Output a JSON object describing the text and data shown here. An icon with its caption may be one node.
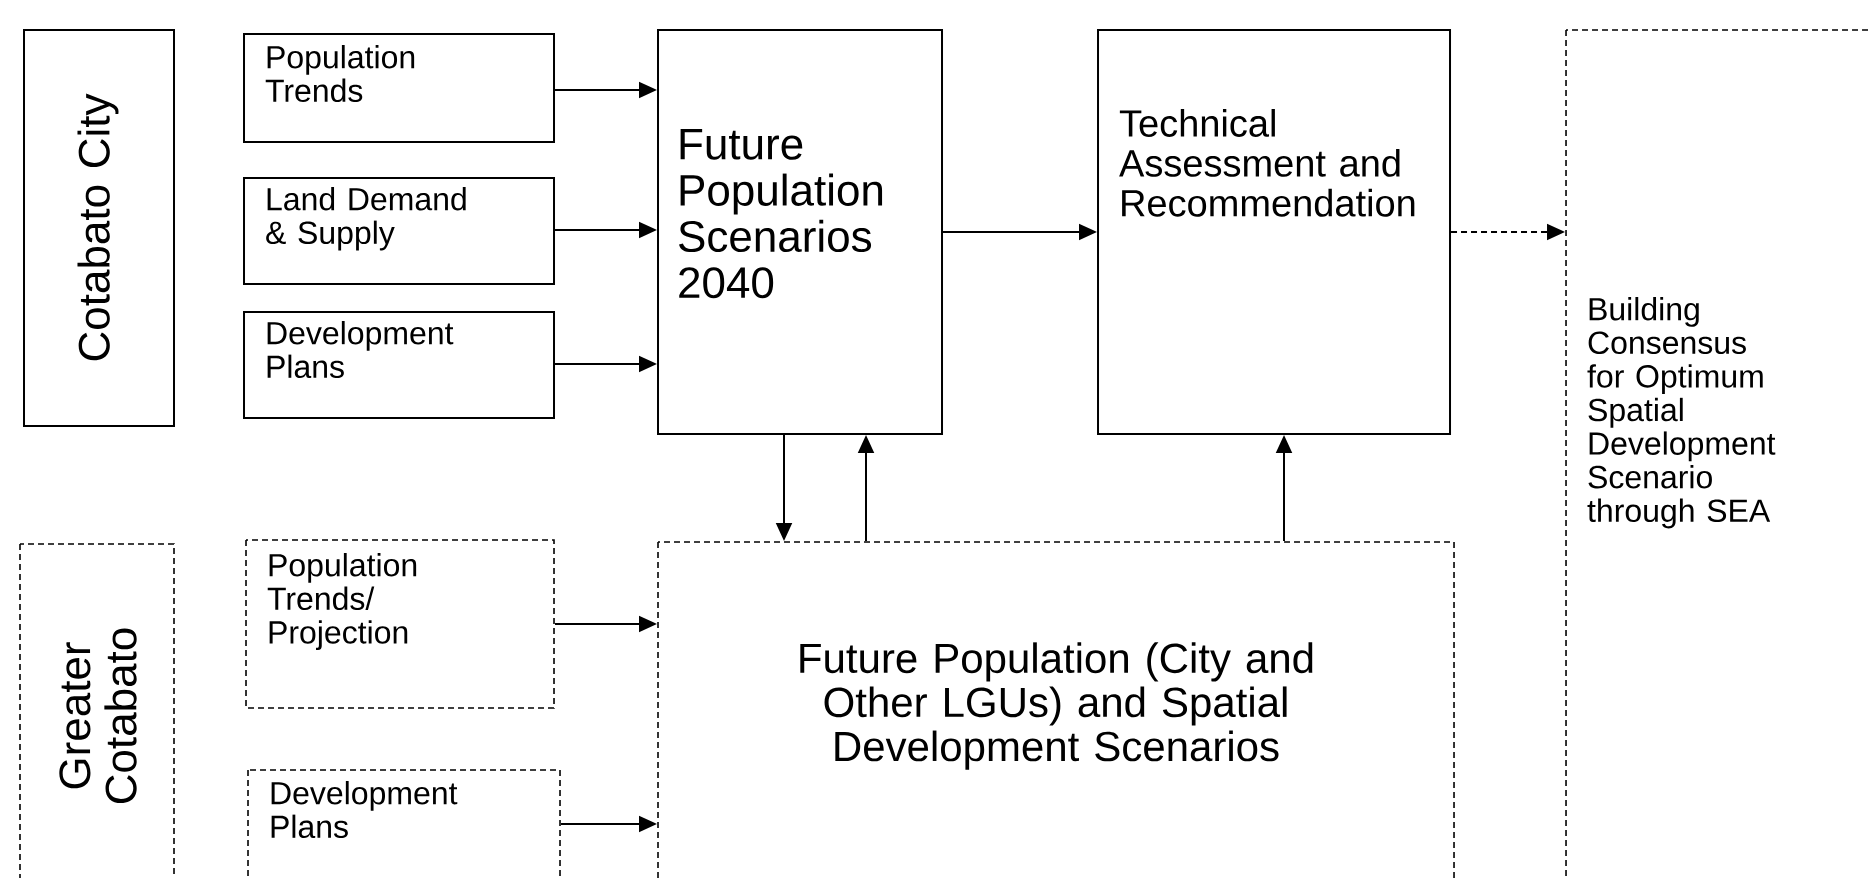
{
  "diagram": {
    "nodes": [
      {
        "text": [
          "Cotabato City"
        ]
      },
      {
        "text": [
          "Population Trends"
        ]
      },
      {
        "text": [
          "Land Demand & Supply"
        ]
      },
      {
        "text": [
          "Development Plans"
        ]
      },
      {
        "text": [
          "Future Population Scenarios 2040"
        ]
      },
      {
        "text": [
          "Technical Assessment and Recommendation"
        ]
      },
      {
        "text": [
          "Building Consensus for Optimum Spatial Development Scenario through SEA"
        ]
      },
      {
        "text": [
          "Greater Cotabato"
        ]
      },
      {
        "text": [
          "Population Trends/ Projection"
        ]
      },
      {
        "text": [
          "Development Plans"
        ]
      },
      {
        "text": [
          "Future Population (City and Other LGUs) and Spatial Development Scenarios"
        ]
      }
    ],
    "edges": [
      {
        "from": 1,
        "to": 4,
        "arrow": "to"
      },
      {
        "from": 2,
        "to": 4,
        "arrow": "to"
      },
      {
        "from": 3,
        "to": 4,
        "arrow": "to"
      },
      {
        "from": 4,
        "to": 5,
        "arrow": "to"
      },
      {
        "from": 5,
        "to": 6,
        "arrow": "to",
        "style": "dashed"
      },
      {
        "from": 4,
        "to": 10,
        "arrow": "to"
      },
      {
        "from": 10,
        "to": 4,
        "arrow": "to"
      },
      {
        "from": 10,
        "to": 5,
        "arrow": "to"
      },
      {
        "from": 8,
        "to": 10,
        "arrow": "to"
      },
      {
        "from": 9,
        "to": 10,
        "arrow": "to"
      }
    ]
  }
}
